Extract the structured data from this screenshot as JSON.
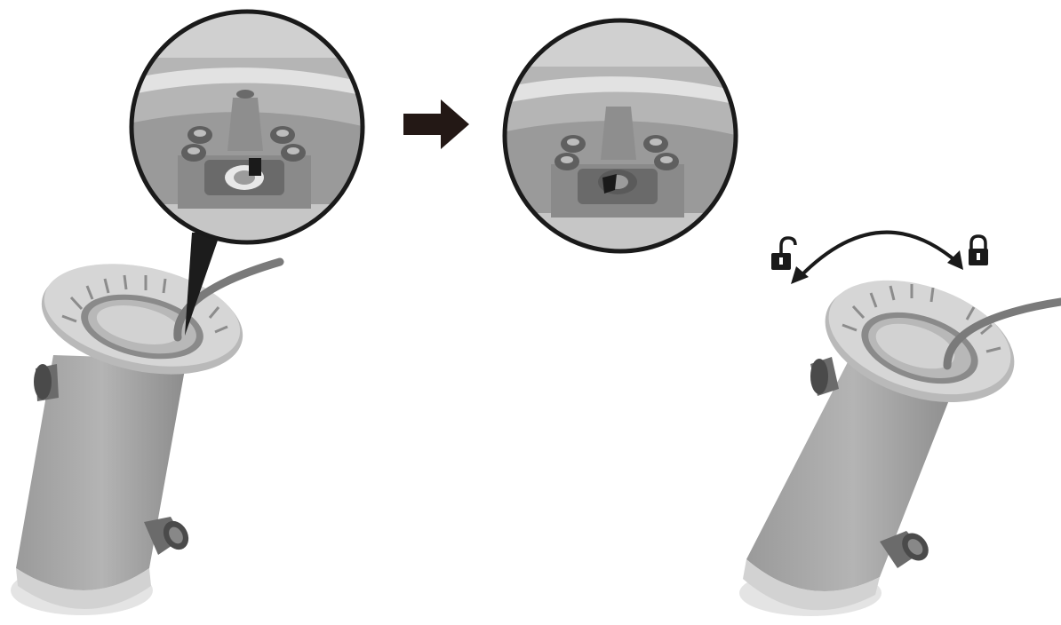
{
  "figure": {
    "panels": [
      {
        "id": "left",
        "description_icon": "filter-pump-icon",
        "zoom_before": "valve-open-detail",
        "zoom_after": "valve-closed-detail"
      },
      {
        "id": "right",
        "description_icon": "filter-pump-icon",
        "rotation_indicator": {
          "left_icon": "unlock-icon",
          "right_icon": "lock-icon"
        }
      }
    ],
    "colors": {
      "body": "#a9a9a9",
      "body_dark": "#6e6e6e",
      "body_light": "#cfcfcf",
      "outline": "#1a1a1a",
      "accent": "#231815"
    }
  }
}
